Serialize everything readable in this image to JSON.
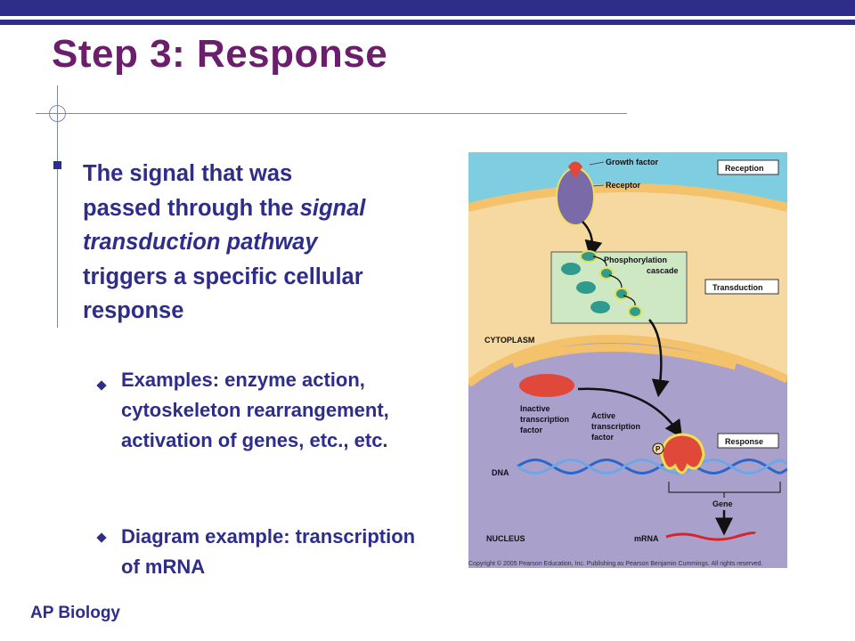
{
  "slide": {
    "title": "Step 3: Response",
    "bullet": {
      "part1": "The signal that was passed through the ",
      "italic": "signal transduction pathway",
      "part2": " triggers a specific cellular response"
    },
    "sub_bullets": [
      "Examples: enzyme action, cytoskeleton rearrangement, activation of genes, etc., etc.",
      "Diagram example: transcription of mRNA"
    ],
    "footer": "AP Biology"
  },
  "figure": {
    "labels": {
      "growth_factor": "Growth factor",
      "receptor": "Receptor",
      "phosphorylation": "Phosphorylation",
      "cascade": "cascade",
      "cytoplasm": "CYTOPLASM",
      "inactive1": "Inactive",
      "inactive2": "transcription",
      "inactive3": "factor",
      "active1": "Active",
      "active2": "transcription",
      "active3": "factor",
      "p": "P",
      "dna": "DNA",
      "gene": "Gene",
      "nucleus": "NUCLEUS",
      "mrna": "mRNA"
    },
    "stages": {
      "reception": "Reception",
      "transduction": "Transduction",
      "response": "Response"
    },
    "copyright": "Copyright © 2005 Pearson Education, Inc. Publishing as Pearson Benjamin Cummings. All rights reserved."
  },
  "colors": {
    "title": "#6b1e6b",
    "body_text": "#2e2e8a",
    "extracellular": "#7fcde0",
    "cytoplasm": "#f6d9a0",
    "nucleus": "#a9a0cc",
    "receptor": "#7a6aa8",
    "growth_factor": "#e0483a",
    "kinase": "#2f9a8e",
    "transcription_factor": "#e0483a"
  }
}
